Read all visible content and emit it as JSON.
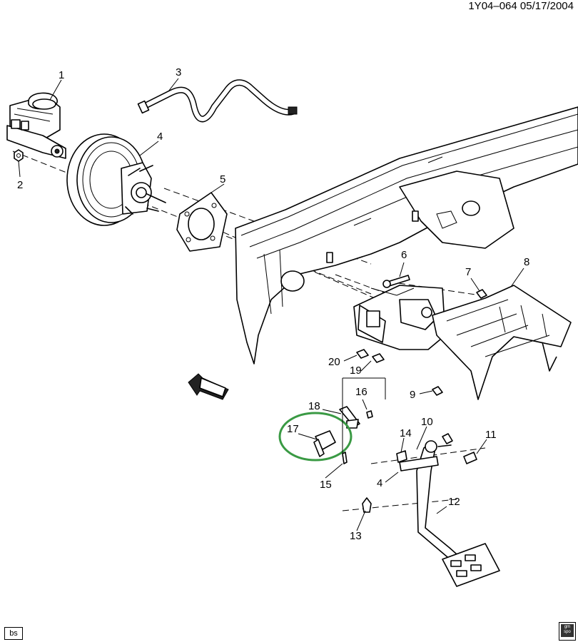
{
  "header": {
    "code": "1Y04–064  05/17/2004"
  },
  "callouts": {
    "c1": "1",
    "c2": "2",
    "c3": "3",
    "c4a": "4",
    "c4b": "4",
    "c5": "5",
    "c6": "6",
    "c7": "7",
    "c8": "8",
    "c9": "9",
    "c10": "10",
    "c11": "11",
    "c12": "12",
    "c13": "13",
    "c14": "14",
    "c15": "15",
    "c16": "16",
    "c17": "17",
    "c18": "18",
    "c19": "19",
    "c20": "20"
  },
  "footer": {
    "tag": "bs",
    "logo_text": "gm spo"
  },
  "highlight": {
    "color": "#3a9a44",
    "target": "17"
  },
  "icons": {
    "front_arrow": "front-direction-arrow-icon"
  }
}
